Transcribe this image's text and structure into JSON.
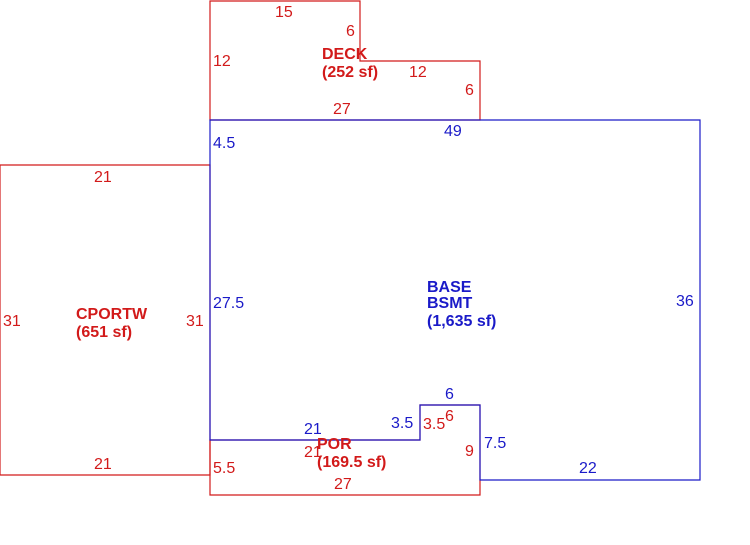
{
  "colors": {
    "base": "#1a1ac8",
    "other": "#d21a1a",
    "background": "#ffffff"
  },
  "areas": {
    "deck": {
      "name": "DECK",
      "size": "(252 sf)"
    },
    "base": {
      "name": "BASE",
      "name2": "BSMT",
      "size": "(1,635 sf)"
    },
    "cportw": {
      "name": "CPORTW",
      "size": "(651 sf)"
    },
    "por": {
      "name": "POR",
      "size": "(169.5 sf)"
    }
  },
  "deck_dims": {
    "top": "15",
    "step_h": "6",
    "left": "12",
    "step_w": "12",
    "right": "6",
    "bottom": "27"
  },
  "base_dims": {
    "top": "49",
    "left_upper": "4.5",
    "left_mid": "27.5",
    "right": "36",
    "bottom_right": "22",
    "step_r": "7.5",
    "step_top": "6",
    "step_l": "3.5",
    "bottom_left": "21"
  },
  "cportw_dims": {
    "top": "21",
    "left": "31",
    "right": "31",
    "bottom": "21"
  },
  "por_dims": {
    "top": "21",
    "step": "3.5",
    "step_top": "6",
    "right": "9",
    "left": "5.5",
    "bottom": "27"
  }
}
